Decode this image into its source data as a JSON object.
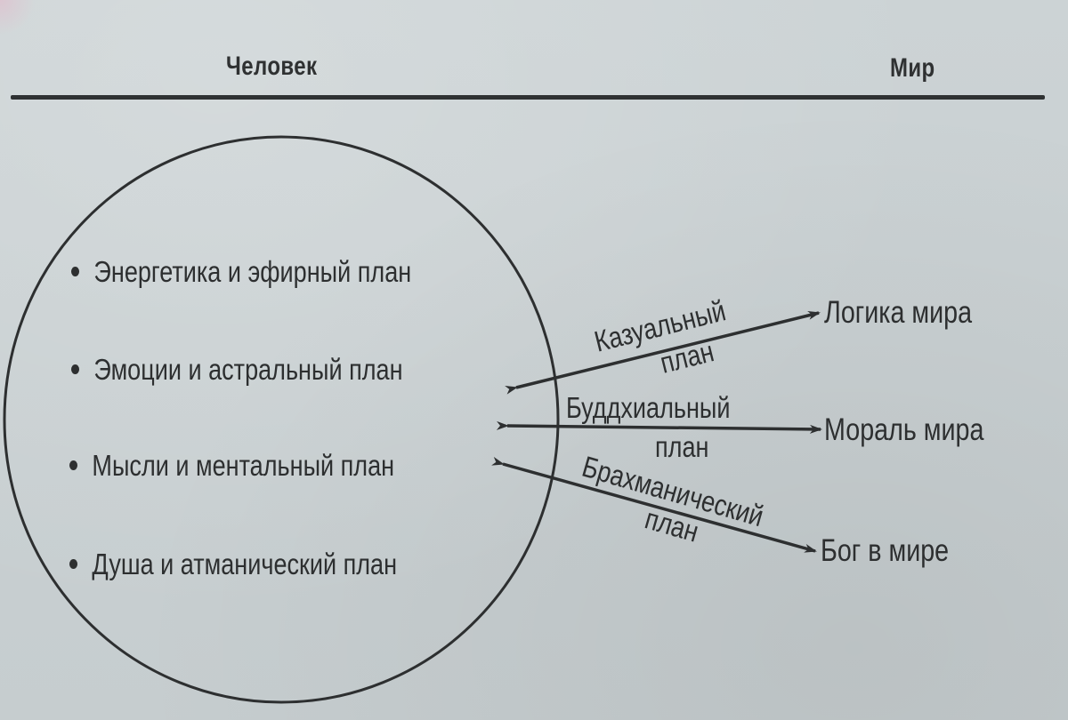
{
  "header": {
    "left_title": "Человек",
    "right_title": "Мир"
  },
  "circle": {
    "label": "human-planes-circle",
    "items": [
      {
        "label": "Энергетика и эфирный план"
      },
      {
        "label": "Эмоции и астральный план"
      },
      {
        "label": "Мысли и ментальный план"
      },
      {
        "label": "Душа и атманический план"
      }
    ]
  },
  "connections": [
    {
      "plan_line1": "Казуальный",
      "plan_line2": "план",
      "target": "Логика мира",
      "from_item": "Эмоции и астральный план"
    },
    {
      "plan_line1": "Буддхиальный",
      "plan_line2": "план",
      "target": "Мораль мира",
      "from_item": "Эмоции и астральный план"
    },
    {
      "plan_line1": "Брахманический",
      "plan_line2": "план",
      "target": "Бог в мире",
      "from_item": "Мысли и ментальный план"
    }
  ],
  "colors": {
    "paper": "#c9d0d2",
    "ink": "#2d2f30"
  }
}
